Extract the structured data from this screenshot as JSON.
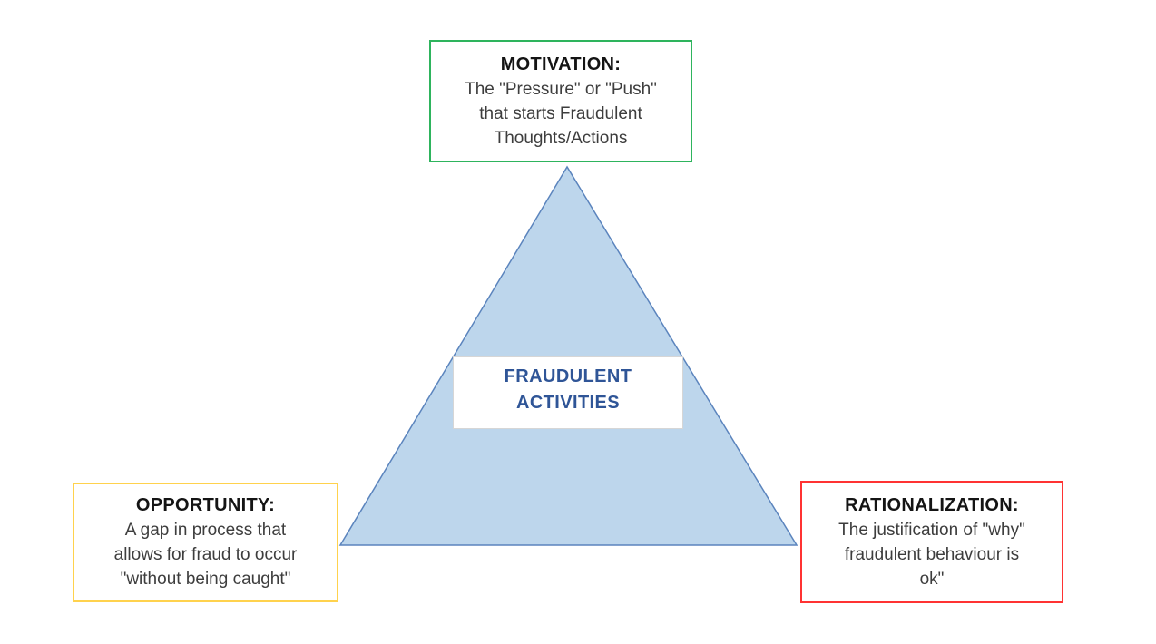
{
  "canvas": {
    "background": "#ffffff"
  },
  "diagram": {
    "triangle": {
      "shape": "triangle",
      "fill": "#BDD6EC",
      "stroke": "#5B84BD"
    },
    "center_label": {
      "lines": [
        "FRAUDULENT",
        "ACTIVITIES"
      ],
      "color": "#2F5597",
      "background": "#ffffff",
      "border_color": "#D6D6D6"
    },
    "nodes": {
      "motivation": {
        "heading": "MOTIVATION:",
        "lines": [
          "The \"Pressure\" or \"Push\"",
          "that starts Fraudulent",
          "Thoughts/Actions"
        ],
        "border_color": "#2EB45D",
        "position": "top"
      },
      "opportunity": {
        "heading": "OPPORTUNITY:",
        "lines": [
          "A gap in process that",
          "allows for fraud to occur",
          "\"without being caught\""
        ],
        "border_color": "#FFD24D",
        "position": "bottom-left"
      },
      "rationalization": {
        "heading": "RATIONALIZATION:",
        "lines": [
          "The justification of \"why\"",
          "fraudulent behaviour is",
          "ok\""
        ],
        "border_color": "#FF3333",
        "position": "bottom-right"
      }
    }
  }
}
